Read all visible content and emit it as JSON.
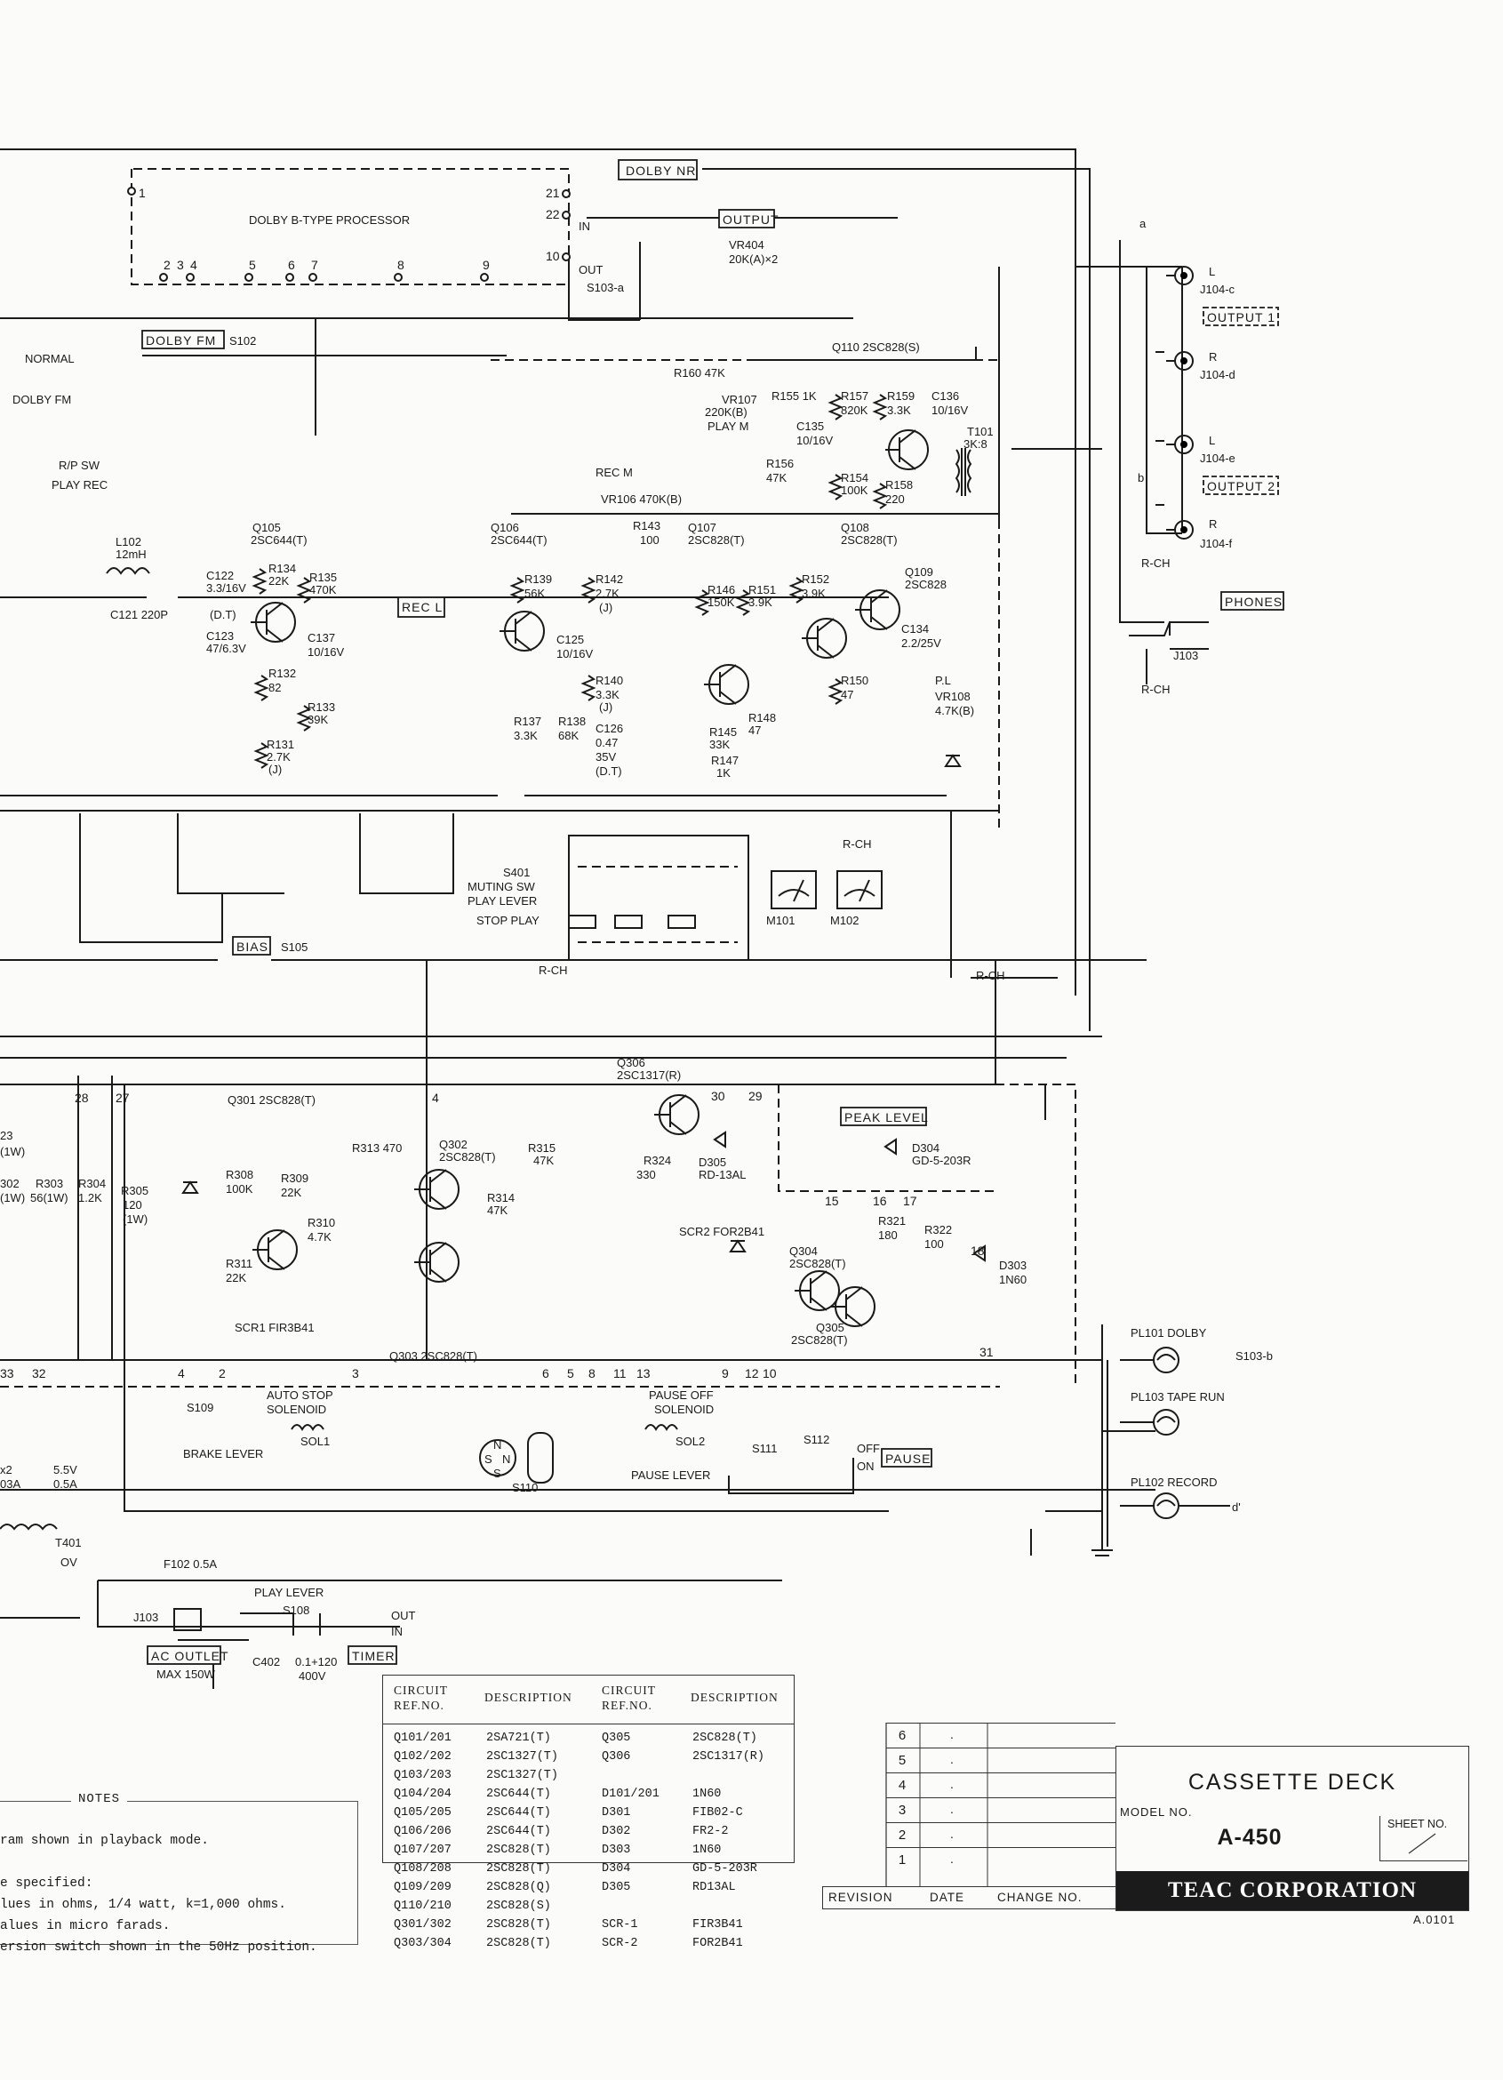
{
  "blocks": {
    "dolby_proc": "DOLBY B-TYPE PROCESSOR",
    "dolby_nr": "DOLBY NR",
    "output": "OUTPUT",
    "dolby_fm": "DOLBY FM",
    "rec_l": "REC L",
    "bias": "BIAS",
    "peak_level": "PEAK LEVEL",
    "pause": "PAUSE",
    "timer": "TIMER",
    "output1": "OUTPUT 1",
    "output2": "OUTPUT 2",
    "phones": "PHONES",
    "ac_outlet": "AC OUTLET",
    "max_150w": "MAX 150W"
  },
  "labels": {
    "s103a": "S103-a",
    "s102": "S102",
    "normal": "NORMAL",
    "dolby_fm_sw": "DOLBY FM",
    "rp_sw": "R/P SW",
    "play_rec": "PLAY  REC",
    "vr404": "VR404",
    "vr404_val": "20K(A)×2",
    "q110": "Q110 2SC828(S)",
    "r160": "R160 47K",
    "vr107": "VR107",
    "vr107_val": "220K(B)",
    "play_m": "PLAY M",
    "r155": "R155 1K",
    "rec_m": "REC M",
    "vr106": "VR106 470K(B)",
    "t101": "T101",
    "t101_val": "3K:8",
    "q105": "Q105",
    "q105_type": "2SC644(T)",
    "q106": "Q106",
    "q106_type": "2SC644(T)",
    "q107": "Q107",
    "q107_type": "2SC828(T)",
    "q108": "Q108",
    "q108_type": "2SC828(T)",
    "q109": "Q109",
    "q109_type": "2SC828",
    "l102": "L102",
    "l102_val": "12mH",
    "c121": "C121 220P",
    "j104c": "J104-c",
    "j104d": "J104-d",
    "j104e": "J104-e",
    "j104f": "J104-f",
    "j103": "J103",
    "r_ch": "R-CH",
    "s401": "S401",
    "muting_sw": "MUTING SW",
    "play_lever": "PLAY LEVER",
    "stop_play": "STOP  PLAY",
    "m101": "M101",
    "m102": "M102",
    "q306": "Q306",
    "q306_type": "2SC1317(R)",
    "q301": "Q301 2SC828(T)",
    "q302": "Q302",
    "q302_type": "2SC828(T)",
    "q303": "Q303 2SC828(T)",
    "q304": "Q304",
    "q304_type": "2SC828(T)",
    "q305": "Q305",
    "q305_type": "2SC828(T)",
    "d304": "D304",
    "d304_type": "GD-5-203R",
    "d305": "D305",
    "d305_type": "RD-13AL",
    "d303": "D303",
    "d303_type": "1N60",
    "scr1": "SCR1 FIR3B41",
    "scr2": "SCR2 FOR2B41",
    "auto_stop": "AUTO STOP",
    "solenoid": "SOLENOID",
    "sol1": "SOL1",
    "pause_off": "PAUSE OFF",
    "pause_solenoid": "SOLENOID",
    "sol2": "SOL2",
    "brake_lever": "BRAKE LEVER",
    "pause_lever": "PAUSE LEVER",
    "s109": "S109",
    "s110": "S110",
    "s111": "S111",
    "s112": "S112",
    "off": "OFF",
    "on": "ON",
    "pl101": "PL101 DOLBY",
    "pl103": "PL103 TAPE RUN",
    "pl102": "PL102 RECORD",
    "s103b": "S103-b",
    "f102": "F102 0.5A",
    "play_lever2": "PLAY LEVER",
    "s108": "S108",
    "out": "OUT",
    "in": "IN",
    "c402": "C402",
    "c402_val1": "0.1+120",
    "c402_val2": "400V",
    "t401": "T401",
    "v55": "5.5V",
    "a05": "0.5A",
    "x2": "x2",
    "a03": "03A",
    "ov": "OV",
    "q105_r134": "R134",
    "r134_val": "22K",
    "r135": "R135",
    "r135_val": "470K",
    "r143": "R143",
    "r143_val": "100",
    "c136": "C136",
    "c136_val": "10/16V",
    "r157": "R157",
    "r157_val": "820K",
    "r159": "R159",
    "r159_val": "3.3K",
    "c135": "C135",
    "c135_val": "10/16V",
    "r156": "R156",
    "r156_val": "47K",
    "r154": "R154",
    "r154_val": "100K",
    "r158": "R158",
    "r158_val": "220",
    "r139": "R139",
    "r139_val": "56K",
    "r142": "R142",
    "r142_val": "2.7K",
    "r142_tol": "(J)",
    "r146": "R146",
    "r146_val": "150K",
    "r151": "R151",
    "r151_val": "3.9K",
    "r152": "R152",
    "r152_val": "3.9K",
    "c134": "C134",
    "c134_val": "2.2/25V",
    "c122": "C122",
    "c122_val": "3.3/16V",
    "c122_tol": "(D.T)",
    "c123": "C123",
    "c123_val": "47/6.3V",
    "r132": "R132",
    "r132_val": "82",
    "r131": "R131",
    "r131_val": "2.7K",
    "r131_tol": "(J)",
    "c137": "C137",
    "c137_val": "10/16V",
    "r133": "R133",
    "r133_val": "39K",
    "c125": "C125",
    "c125_val": "10/16V",
    "r140": "R140",
    "r140_val": "3.3K",
    "r140_tol": "(J)",
    "c126": "C126",
    "c126_val1": "0.47",
    "c126_val2": "35V",
    "c126_tol": "(D.T)",
    "r137": "R137",
    "r137_val": "3.3K",
    "r138": "R138",
    "r138_val": "68K",
    "r145": "R145",
    "r145_val": "33K",
    "r147": "R147",
    "r147_val": "1K",
    "r148": "R148",
    "r148_val": "47",
    "r150": "R150",
    "r150_val": "47",
    "pl": "P.L",
    "vr108": "VR108",
    "vr108_val": "4.7K(B)",
    "r313": "R313 470",
    "r315": "R315",
    "r315_val": "47K",
    "r314": "R314",
    "r314_val": "47K",
    "r308": "R308",
    "r308_val": "100K",
    "r309": "R309",
    "r309_val": "22K",
    "r310": "R310",
    "r310_val": "4.7K",
    "r311": "R311",
    "r311_val": "22K",
    "r324": "R324",
    "r324_val": "330",
    "r321": "R321",
    "r321_val": "180",
    "r322": "R322",
    "r322_val": "100",
    "r302": "302",
    "r302_val": "(1W)",
    "r303": "R303",
    "r303_val": "56(1W)",
    "r304": "R304",
    "r304_val": "1.2K",
    "r305": "R305",
    "r305_val": "120",
    "r305_tol": "(1W)",
    "r23": "23",
    "r23_val": "(1W)"
  },
  "pins": [
    "1",
    "21",
    "22",
    "10",
    "2",
    "3",
    "4",
    "5",
    "6",
    "7",
    "8",
    "9",
    "28",
    "27",
    "4",
    "30",
    "29",
    "15",
    "16",
    "17",
    "18",
    "31",
    "33",
    "32",
    "3",
    "4",
    "2",
    "3",
    "6",
    "5",
    "8",
    "11",
    "13",
    "9",
    "12",
    "10"
  ],
  "parts_table": {
    "headers": {
      "ref": "CIRCUIT REF.NO.",
      "desc": "DESCRIPTION"
    },
    "left": [
      {
        "ref": "Q101/201",
        "desc": "2SA721(T)"
      },
      {
        "ref": "Q102/202",
        "desc": "2SC1327(T)"
      },
      {
        "ref": "Q103/203",
        "desc": "2SC1327(T)"
      },
      {
        "ref": "Q104/204",
        "desc": "2SC644(T)"
      },
      {
        "ref": "Q105/205",
        "desc": "2SC644(T)"
      },
      {
        "ref": "Q106/206",
        "desc": "2SC644(T)"
      },
      {
        "ref": "Q107/207",
        "desc": "2SC828(T)"
      },
      {
        "ref": "Q108/208",
        "desc": "2SC828(T)"
      },
      {
        "ref": "Q109/209",
        "desc": "2SC828(Q)"
      },
      {
        "ref": "Q110/210",
        "desc": "2SC828(S)"
      },
      {
        "ref": "Q301/302",
        "desc": "2SC828(T)"
      },
      {
        "ref": "Q303/304",
        "desc": "2SC828(T)"
      }
    ],
    "right": [
      {
        "ref": "Q305",
        "desc": "2SC828(T)"
      },
      {
        "ref": "Q306",
        "desc": "2SC1317(R)"
      },
      {
        "ref": "",
        "desc": ""
      },
      {
        "ref": "D101/201",
        "desc": "1N60"
      },
      {
        "ref": "D301",
        "desc": "FIB02-C"
      },
      {
        "ref": "D302",
        "desc": "FR2-2"
      },
      {
        "ref": "D303",
        "desc": "1N60"
      },
      {
        "ref": "D304",
        "desc": "GD-5-203R"
      },
      {
        "ref": "D305",
        "desc": "RD13AL"
      },
      {
        "ref": "",
        "desc": ""
      },
      {
        "ref": "SCR-1",
        "desc": "FIR3B41"
      },
      {
        "ref": "SCR-2",
        "desc": "FOR2B41"
      }
    ]
  },
  "notes": {
    "title": "NOTES",
    "lines": [
      "ram shown in playback mode.",
      "",
      "e specified:",
      "lues in ohms, 1/4 watt, k=1,000 ohms.",
      "alues in micro farads.",
      "ersion switch shown in the 50Hz position."
    ]
  },
  "title_block": {
    "product": "CASSETTE DECK",
    "model_no_label": "MODEL NO.",
    "sheet_no_label": "SHEET NO.",
    "model": "A-450",
    "company": "TEAC CORPORATION",
    "drawing_no": "A.0101",
    "revisions": [
      "6",
      "5",
      "4",
      "3",
      "2",
      "1"
    ],
    "rev_mark": ".",
    "footer": {
      "revision": "REVISION",
      "date": "DATE",
      "change": "CHANGE NO."
    }
  }
}
